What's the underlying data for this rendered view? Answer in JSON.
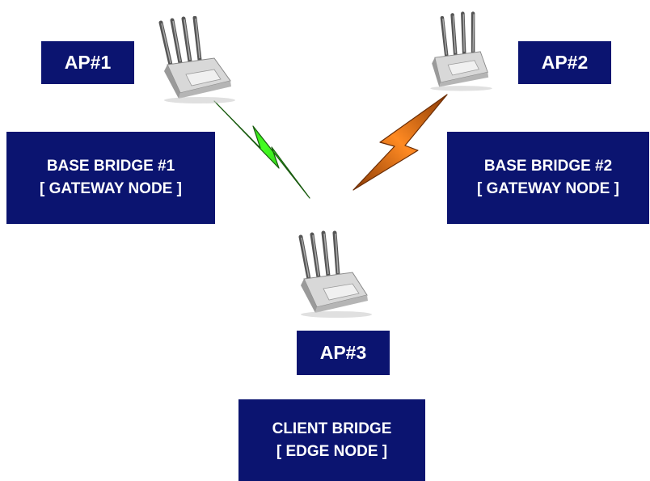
{
  "nodes": {
    "ap1": {
      "name": "AP#1",
      "role_line1": "BASE BRIDGE #1",
      "role_line2": "[ GATEWAY NODE ]"
    },
    "ap2": {
      "name": "AP#2",
      "role_line1": "BASE BRIDGE #2",
      "role_line2": "[ GATEWAY NODE ]"
    },
    "ap3": {
      "name": "AP#3",
      "role_line1": "CLIENT BRIDGE",
      "role_line2": "[ EDGE NODE ]"
    }
  },
  "colors": {
    "label_bg": "#0b1470",
    "label_text": "#ffffff",
    "link_ap1_ap3": "#33ee22",
    "link_ap2_ap3": "#f27a1a"
  },
  "icons": {
    "device": "wireless-access-point-icon",
    "link": "lightning-bolt-icon"
  }
}
